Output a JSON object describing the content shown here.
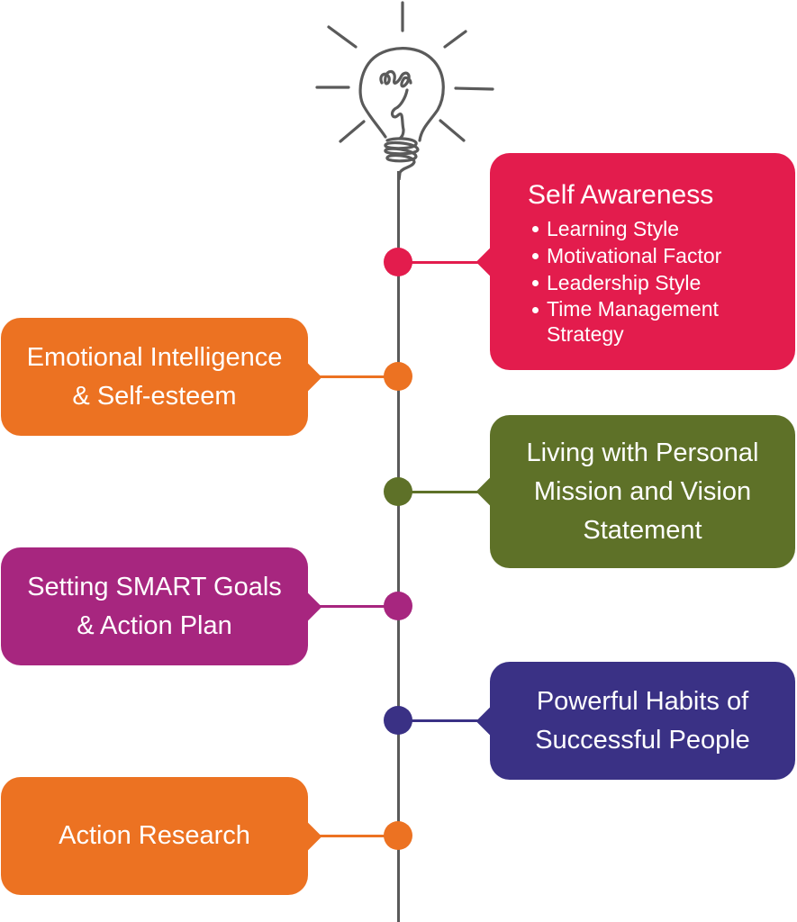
{
  "diagram": {
    "type": "vertical-timeline",
    "top_icon": "lightbulb-icon",
    "line_color": "#5a5a5a",
    "items": [
      {
        "side": "right",
        "title": "Self Awareness",
        "color": "#e31c4d",
        "bullets": [
          "Learning Style",
          "Motivational Factor",
          "Leadership Style",
          "Time Management Strategy"
        ],
        "bullet_lines": [
          "Learning Style",
          "Motivational Factor",
          "Leadership Style",
          "Time Management",
          "Strategy"
        ]
      },
      {
        "side": "left",
        "title": "Emotional Intelligence & Self-esteem",
        "lines": [
          "Emotional Intelligence",
          "& Self-esteem"
        ],
        "color": "#ec7222"
      },
      {
        "side": "right",
        "title": "Living with Personal Mission and Vision Statement",
        "lines": [
          "Living with Personal",
          "Mission and Vision",
          "Statement"
        ],
        "color": "#5e7128"
      },
      {
        "side": "left",
        "title": "Setting SMART Goals & Action Plan",
        "lines": [
          "Setting SMART Goals",
          "& Action Plan"
        ],
        "color": "#a7267f"
      },
      {
        "side": "right",
        "title": "Powerful Habits of Successful People",
        "lines": [
          "Powerful Habits of",
          "Successful People"
        ],
        "color": "#3a3185"
      },
      {
        "side": "left",
        "title": "Action Research",
        "lines": [
          "Action Research"
        ],
        "color": "#ec7222"
      }
    ]
  }
}
